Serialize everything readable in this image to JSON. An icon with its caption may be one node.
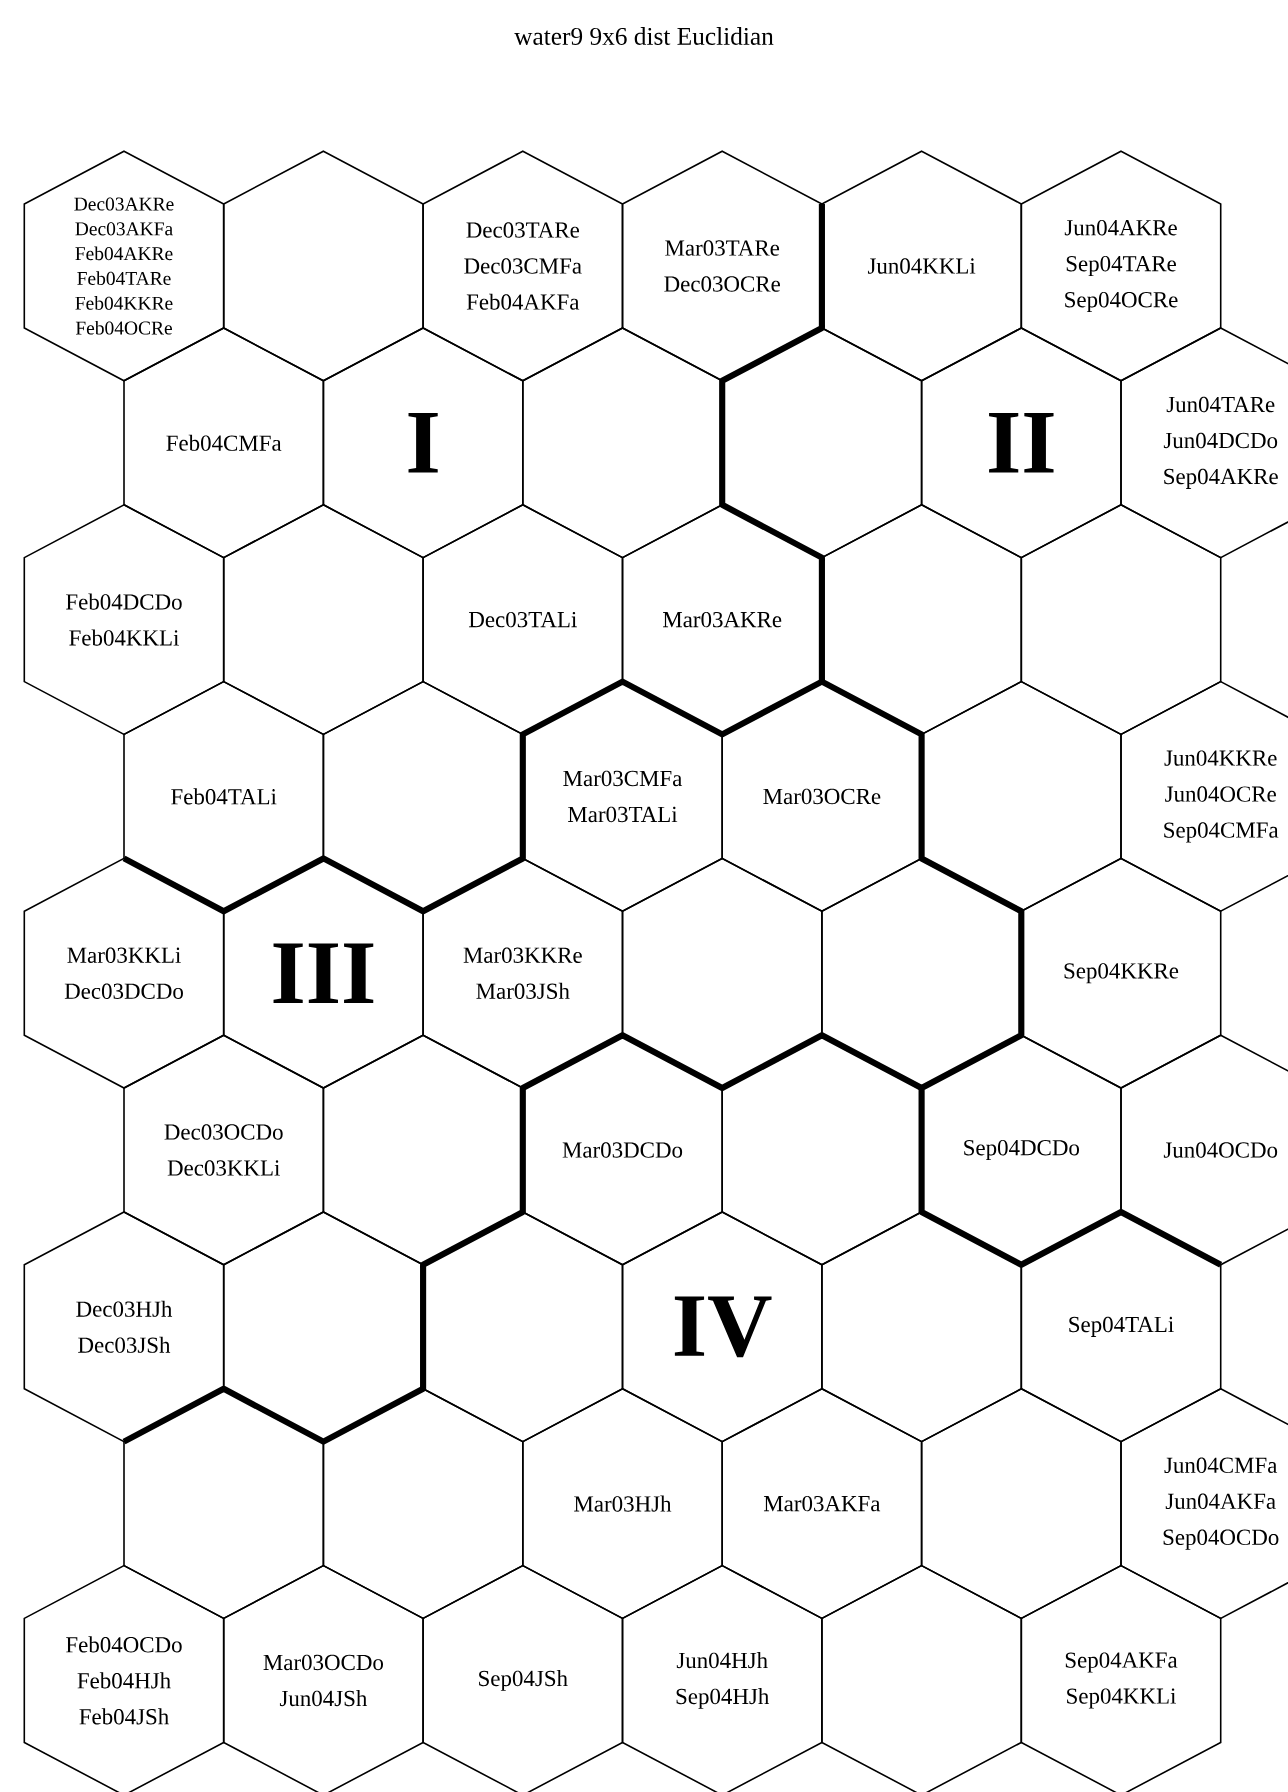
{
  "diagram": {
    "title": "water9 9x6 dist Euclidian",
    "nodes": [
      {
        "text": [
          "Dec03AKRe",
          "Dec03AKFa",
          "Feb04AKRe",
          "Feb04TARe",
          "Feb04KKRe",
          "Feb04OCRe"
        ]
      },
      {
        "text": [],
        "shape": "hexagon"
      },
      {
        "text": [
          "Dec03TARe",
          "Dec03CMFa",
          "Feb04AKFa"
        ]
      },
      {
        "text": [
          "Mar03TARe",
          "Dec03OCRe"
        ]
      },
      {
        "text": [
          "Jun04KKLi"
        ]
      },
      {
        "text": [
          "Jun04AKRe",
          "Sep04TARe",
          "Sep04OCRe"
        ]
      },
      {
        "text": [
          "Feb04CMFa"
        ]
      },
      {
        "text": [],
        "shape": "hexagon"
      },
      {
        "text": [],
        "shape": "hexagon"
      },
      {
        "text": [],
        "shape": "hexagon"
      },
      {
        "text": [],
        "shape": "hexagon"
      },
      {
        "text": [
          "Jun04TARe",
          "Jun04DCDo",
          "Sep04AKRe"
        ]
      },
      {
        "text": [
          "Feb04DCDo",
          "Feb04KKLi"
        ]
      },
      {
        "text": [],
        "shape": "hexagon"
      },
      {
        "text": [
          "Dec03TALi"
        ]
      },
      {
        "text": [
          "Mar03AKRe"
        ]
      },
      {
        "text": [],
        "shape": "hexagon"
      },
      {
        "text": [],
        "shape": "hexagon"
      },
      {
        "text": [
          "Feb04TALi"
        ]
      },
      {
        "text": [],
        "shape": "hexagon"
      },
      {
        "text": [
          "Mar03CMFa",
          "Mar03TALi"
        ]
      },
      {
        "text": [
          "Mar03OCRe"
        ]
      },
      {
        "text": [],
        "shape": "hexagon"
      },
      {
        "text": [
          "Jun04KKRe",
          "Jun04OCRe",
          "Sep04CMFa"
        ]
      },
      {
        "text": [
          "Mar03KKLi",
          "Dec03DCDo"
        ]
      },
      {
        "text": [],
        "shape": "hexagon"
      },
      {
        "text": [
          "Mar03KKRe",
          "Mar03JSh"
        ]
      },
      {
        "text": [],
        "shape": "hexagon"
      },
      {
        "text": [],
        "shape": "hexagon"
      },
      {
        "text": [
          "Sep04KKRe"
        ]
      },
      {
        "text": [
          "Dec03OCDo",
          "Dec03KKLi"
        ]
      },
      {
        "text": [],
        "shape": "hexagon"
      },
      {
        "text": [
          "Mar03DCDo"
        ]
      },
      {
        "text": [],
        "shape": "hexagon"
      },
      {
        "text": [
          "Sep04DCDo"
        ]
      },
      {
        "text": [
          "Jun04OCDo"
        ]
      },
      {
        "text": [
          "Dec03HJh",
          "Dec03JSh"
        ]
      },
      {
        "text": [],
        "shape": "hexagon"
      },
      {
        "text": [],
        "shape": "hexagon"
      },
      {
        "text": [],
        "shape": "hexagon"
      },
      {
        "text": [],
        "shape": "hexagon"
      },
      {
        "text": [
          "Sep04TALi"
        ]
      },
      {
        "text": [],
        "shape": "hexagon"
      },
      {
        "text": [],
        "shape": "hexagon"
      },
      {
        "text": [
          "Mar03HJh"
        ]
      },
      {
        "text": [
          "Mar03AKFa"
        ]
      },
      {
        "text": [],
        "shape": "hexagon"
      },
      {
        "text": [
          "Jun04CMFa",
          "Jun04AKFa",
          "Sep04OCDo"
        ]
      },
      {
        "text": [
          "Feb04OCDo",
          "Feb04HJh",
          "Feb04JSh"
        ]
      },
      {
        "text": [
          "Mar03OCDo",
          "Jun04JSh"
        ]
      },
      {
        "text": [
          "Sep04JSh"
        ]
      },
      {
        "text": [
          "Jun04HJh",
          "Sep04HJh"
        ]
      },
      {
        "text": [],
        "shape": "hexagon"
      },
      {
        "text": [
          "Sep04AKFa",
          "Sep04KKLi"
        ]
      }
    ],
    "labels": [
      "I",
      "II",
      "III",
      "IV"
    ]
  }
}
